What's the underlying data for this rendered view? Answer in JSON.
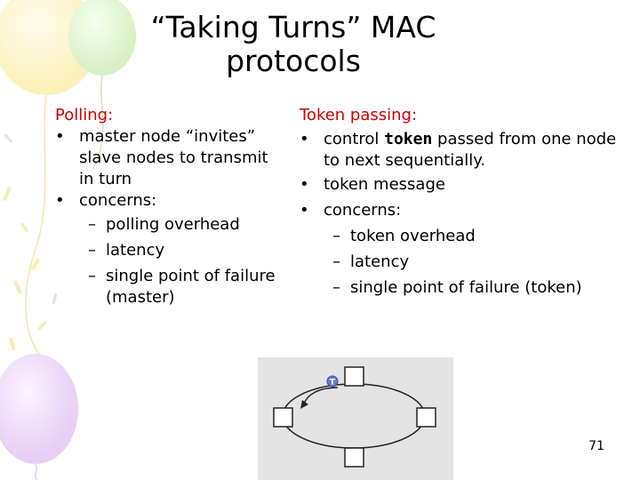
{
  "slide": {
    "title_line1": "“Taking Turns” MAC",
    "title_line2": "protocols",
    "page_number": "71"
  },
  "polling": {
    "heading": "Polling:",
    "bullet1": "master node “invites” slave nodes to transmit in turn",
    "bullet2": "concerns:",
    "sub": [
      "polling overhead",
      "latency",
      "single point of failure (master)"
    ]
  },
  "token": {
    "heading": "Token passing:",
    "bullet1_pre": "control ",
    "bullet1_bold": "token",
    "bullet1_post": " passed from one node to next sequentially.",
    "bullet2": "token message",
    "bullet3": "concerns:",
    "sub": [
      "token overhead",
      "latency",
      "single point of failure (token)"
    ]
  },
  "diagram": {
    "token_label": "T",
    "colors": {
      "panel": "#e4e4e4",
      "token": "#6a7fd0"
    }
  },
  "colors": {
    "heading": "#cc0000"
  }
}
